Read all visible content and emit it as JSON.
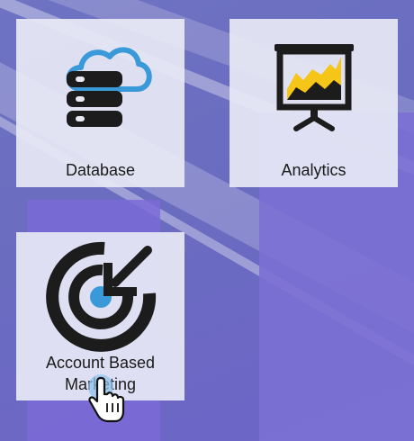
{
  "tiles": [
    {
      "label": "Database",
      "icon": "database-cloud-icon"
    },
    {
      "label": "Analytics",
      "icon": "presentation-chart-icon"
    },
    {
      "label_line1": "Account Based",
      "label_line2": "Marketing",
      "icon": "target-arrow-icon"
    }
  ],
  "colors": {
    "icon_dark": "#1c1c1c",
    "cloud_blue": "#3a9ad9",
    "chart_yellow": "#f5c518",
    "tile_bg": "#e8e9f5",
    "background": "#6c6cc4"
  },
  "cursor": {
    "icon": "hand-pointer-icon"
  }
}
